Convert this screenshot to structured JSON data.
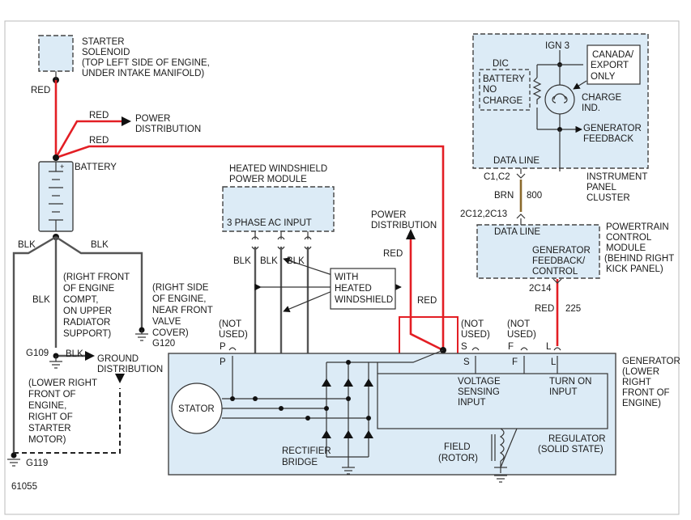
{
  "figure_id": "61055",
  "starter_solenoid": [
    "STARTER",
    "SOLENOID",
    "(TOP LEFT SIDE OF ENGINE,",
    "UNDER INTAKE MANIFOLD)"
  ],
  "wires": {
    "red": "RED",
    "blk": "BLK",
    "brn": "BRN",
    "brn_circuit": "800",
    "red_circuit": "225"
  },
  "power_distribution": [
    "POWER",
    "DISTRIBUTION"
  ],
  "battery": "BATTERY",
  "heated_windshield_module": [
    "HEATED WINDSHIELD",
    "POWER MODULE"
  ],
  "three_phase_input": "3 PHASE AC INPUT",
  "with_heated_windshield": [
    "WITH",
    "HEATED",
    "WINDSHIELD"
  ],
  "right_front_engine_note": [
    "(RIGHT FRONT",
    "OF ENGINE",
    "COMPT,",
    "ON UPPER",
    "RADIATOR",
    "SUPPORT)"
  ],
  "right_side_engine_note": [
    "(RIGHT SIDE",
    "OF ENGINE,",
    "NEAR FRONT",
    "VALVE",
    "COVER)"
  ],
  "grounds": {
    "g109": "G109",
    "g120": "G120",
    "g119": "G119"
  },
  "ground_distribution": [
    "GROUND",
    "DISTRIBUTION"
  ],
  "lower_right_engine_note": [
    "(LOWER RIGHT",
    "FRONT OF",
    "ENGINE,",
    "RIGHT OF",
    "STARTER",
    "MOTOR)"
  ],
  "instrument_cluster": {
    "ign": "IGN 3",
    "dic": "DIC",
    "battery_no_charge": [
      "BATTERY",
      "NO",
      "CHARGE"
    ],
    "canada_export": [
      "CANADA/",
      "EXPORT",
      "ONLY"
    ],
    "charge_ind": [
      "CHARGE",
      "IND."
    ],
    "generator_feedback": [
      "GENERATOR",
      "FEEDBACK"
    ],
    "data_line": "DATA LINE",
    "connector": "C1,C2",
    "label": [
      "INSTRUMENT",
      "PANEL",
      "CLUSTER"
    ]
  },
  "pcm": {
    "connector_top": "2C12,2C13",
    "data_line": "DATA LINE",
    "feedback": [
      "GENERATOR",
      "FEEDBACK/",
      "CONTROL"
    ],
    "label": [
      "POWERTRAIN",
      "CONTROL",
      "MODULE",
      "(BEHIND RIGHT",
      "KICK PANEL)"
    ],
    "connector_bottom": "2C14"
  },
  "terminals": {
    "p": "P",
    "s": "S",
    "f": "F",
    "l": "L",
    "not_used": [
      "(NOT",
      "USED)"
    ]
  },
  "generator": {
    "label": [
      "GENERATOR",
      "(LOWER",
      "RIGHT",
      "FRONT OF",
      "ENGINE)"
    ],
    "stator": "STATOR",
    "voltage_sensing": [
      "VOLTAGE",
      "SENSING",
      "INPUT"
    ],
    "turn_on": [
      "TURN ON",
      "INPUT"
    ],
    "field": [
      "FIELD",
      "(ROTOR)"
    ],
    "regulator": [
      "REGULATOR",
      "(SOLID STATE)"
    ],
    "rectifier": [
      "RECTIFIER",
      "BRIDGE"
    ]
  }
}
